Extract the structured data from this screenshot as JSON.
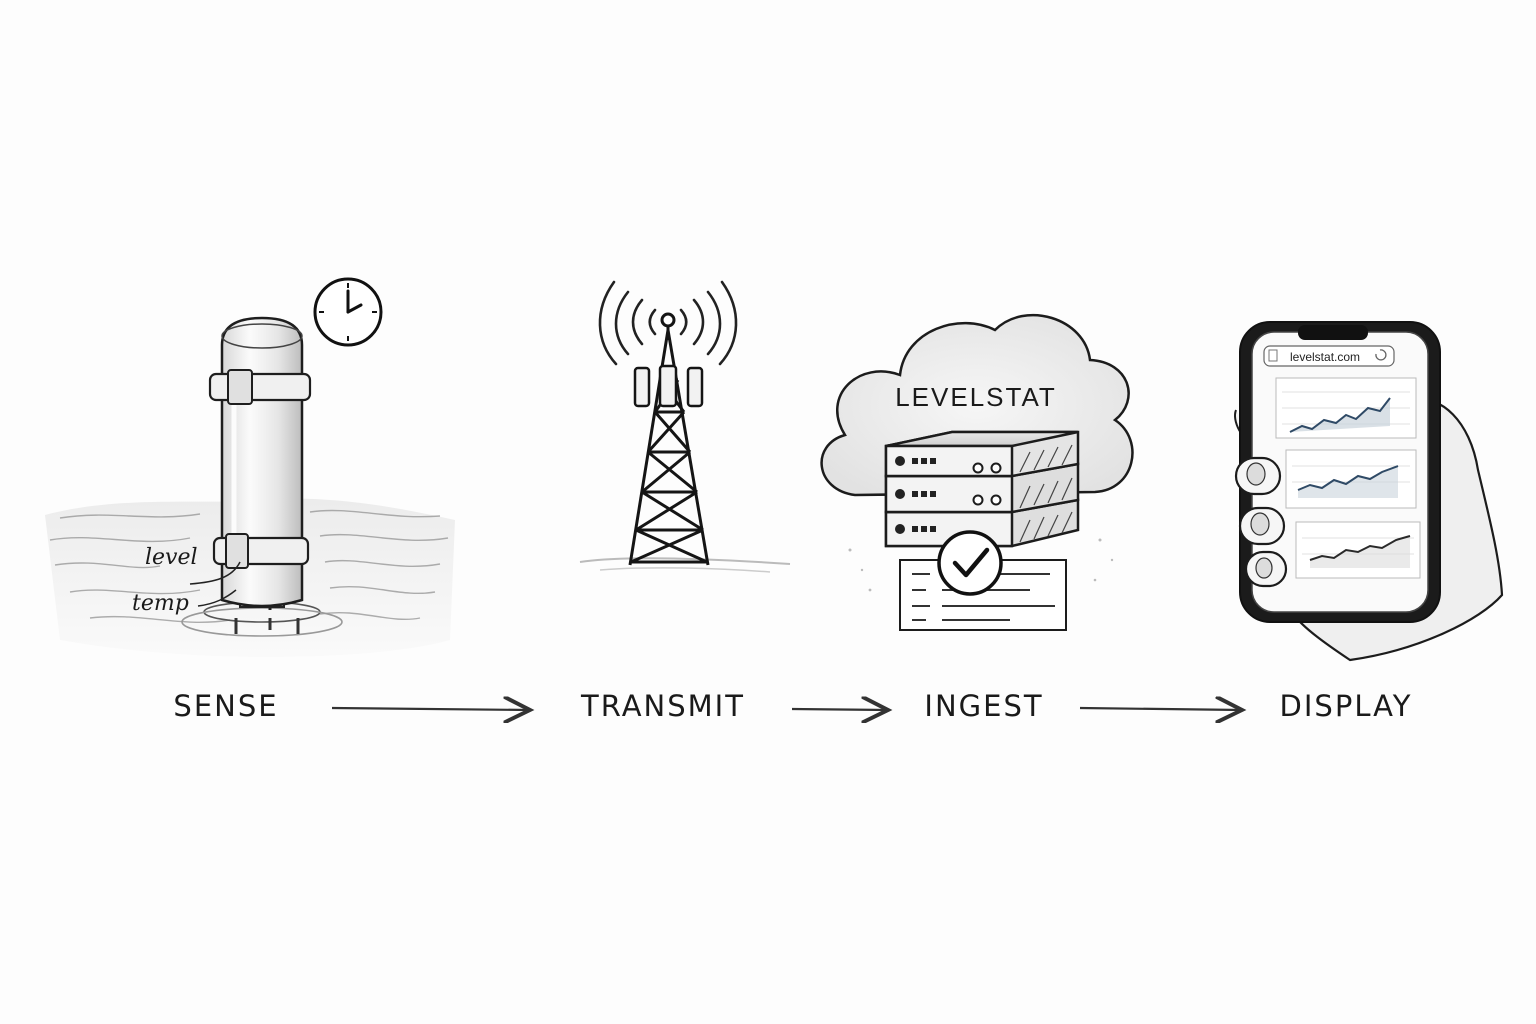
{
  "sensor": {
    "annotations": [
      "level",
      "temp"
    ]
  },
  "cloud": {
    "brand": "LEVELSTAT"
  },
  "phone": {
    "url": "levelstat.com"
  },
  "stages": [
    "SENSE",
    "TRANSMIT",
    "INGEST",
    "DISPLAY"
  ],
  "icons": {
    "sensor": "water-level-sensor-icon",
    "clock": "clock-icon",
    "tower": "cell-tower-icon",
    "cloud": "cloud-icon",
    "server": "server-rack-icon",
    "check": "checkmark-icon",
    "log": "log-document-icon",
    "phone": "smartphone-icon",
    "hand": "hand-icon"
  },
  "colors": {
    "ink": "#1a1a1a",
    "chart_line": "#2f4a66",
    "chart_fill": "#c9d3dc"
  }
}
